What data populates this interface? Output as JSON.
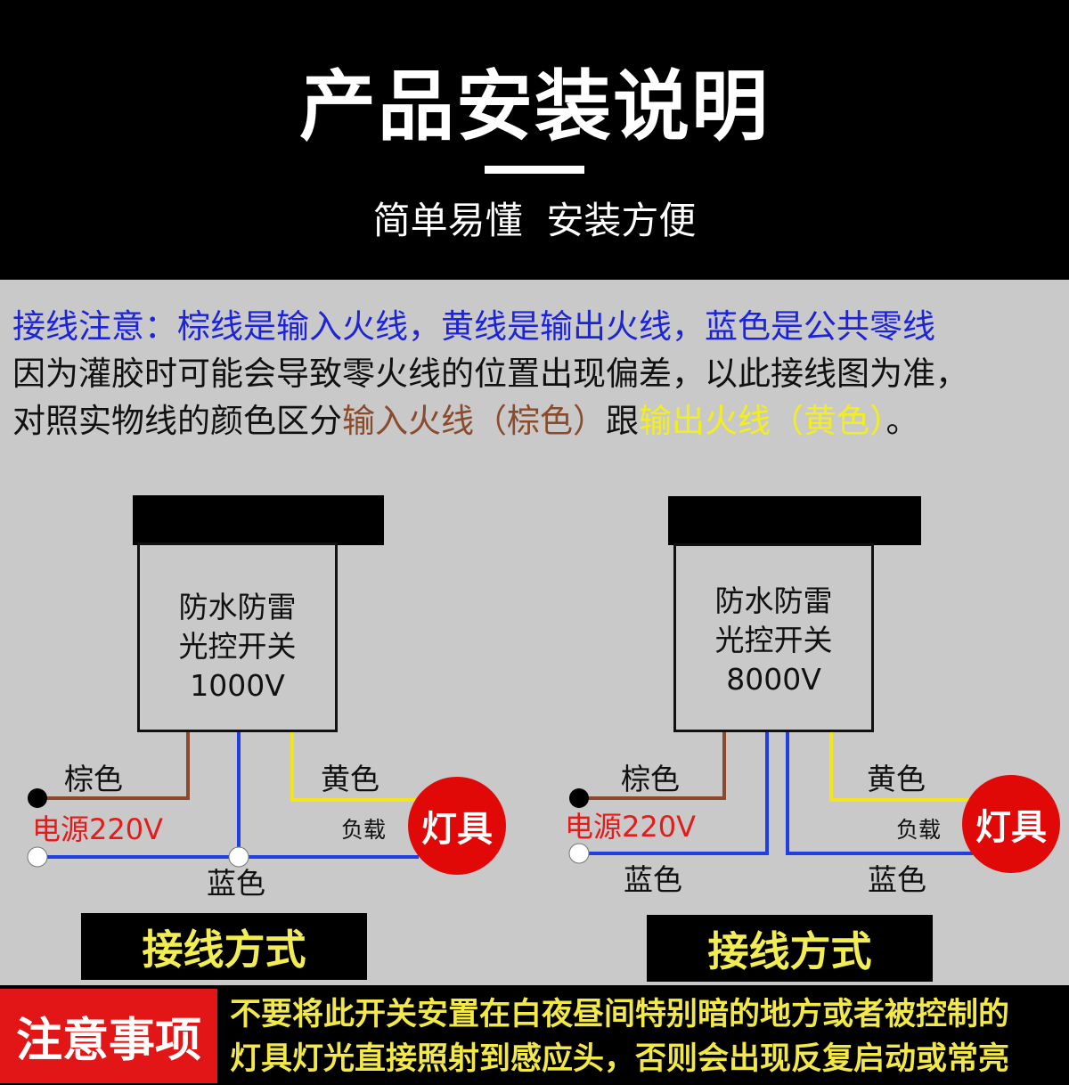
{
  "header": {
    "title": "产品安装说明",
    "subtitle": "简单易懂  安装方便"
  },
  "notes": {
    "line1": "接线注意：棕线是输入火线，黄线是输出火线，蓝色是公共零线",
    "line2": "因为灌胶时可能会导致零火线的位置出现偏差，以此接线图为准，",
    "line3_prefix": "对照实物线的颜色区分",
    "line3_brown": "输入火线（棕色）",
    "line3_mid": "跟",
    "line3_yellow": "输出火线（黄色）",
    "line3_end": "。"
  },
  "diagrams": [
    {
      "box_line1": "防水防雷",
      "box_line2": "光控开关",
      "box_line3": "1000V",
      "brown_label": "棕色",
      "yellow_label": "黄色",
      "power_label": "电源220V",
      "load_label": "负载",
      "lamp_label": "灯具",
      "blue_label": "蓝色",
      "caption": "接线方式"
    },
    {
      "box_line1": "防水防雷",
      "box_line2": "光控开关",
      "box_line3": "8000V",
      "brown_label": "棕色",
      "yellow_label": "黄色",
      "power_label": "电源220V",
      "load_label": "负载",
      "lamp_label": "灯具",
      "blue_label_left": "蓝色",
      "blue_label_right": "蓝色",
      "caption": "接线方式"
    }
  ],
  "footer": {
    "badge": "注意事项",
    "line1": "不要将此开关安置在白夜昼间特别暗的地方或者被控制的",
    "line2": "灯具灯光直接照射到感应头，否则会出现反复启动或常亮"
  },
  "colors": {
    "brown_wire": "#8b4a2b",
    "blue_wire": "#1f3fe0",
    "yellow_wire": "#f2e51c",
    "lamp": "#e10808",
    "notice_blue": "#1d24d8"
  }
}
